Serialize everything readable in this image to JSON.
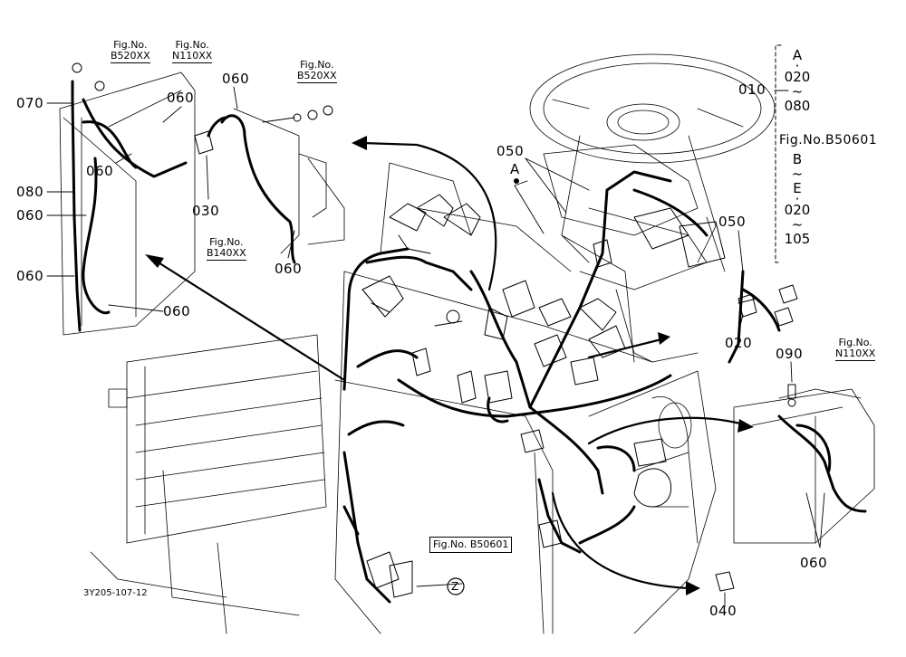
{
  "doc_code": "3Y205-107-12",
  "part_labels": {
    "p070": "070",
    "p080": "080",
    "p060_left1": "060",
    "p060_left2": "060",
    "p060_inner": "060",
    "p060_topmid": "060",
    "p060_bottom_left": "060",
    "p060_bracket_top": "060",
    "p060_bracket_bottom": "060",
    "p060_right": "060",
    "p030": "030",
    "p050_top": "050",
    "p050_right": "050",
    "p020": "020",
    "p090": "090",
    "p040": "040",
    "p010": "010",
    "marker_a": "A",
    "zone_z": "Z"
  },
  "fig_refs": {
    "f1_title": "Fig.No.",
    "f1_no": "B520XX",
    "f2_title": "Fig.No.",
    "f2_no": "N110XX",
    "f3_title": "Fig.No.",
    "f3_no": "B520XX",
    "f4_title": "Fig.No.",
    "f4_no": "B140XX",
    "f5_title": "Fig.No.",
    "f5_no": "N110XX",
    "f6_title": "Fig.No.",
    "f6_no": "B50601"
  },
  "legend": {
    "a": "A",
    "dot1": "·",
    "r1": "020",
    "tilde1": "~",
    "r2": "080",
    "fig": "Fig.No.B50601",
    "b": "B",
    "tilde2": "~",
    "e": "E",
    "dot2": "·",
    "r3": "020",
    "tilde3": "~",
    "r4": "105"
  }
}
